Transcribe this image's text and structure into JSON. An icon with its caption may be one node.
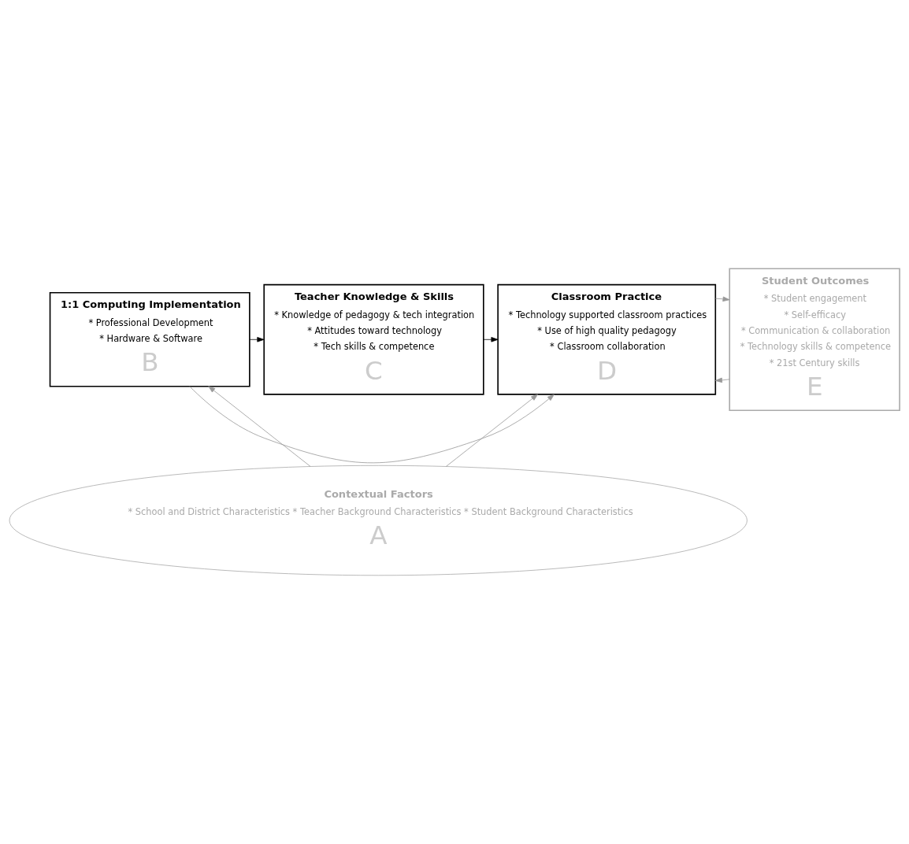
{
  "diagram": {
    "nodes": [
      {
        "text": [
          "1:1 Computing Implementation",
          "* Professional Development",
          "* Hardware & Software",
          "B"
        ]
      },
      {
        "text": [
          "Teacher Knowledge & Skills",
          "* Knowledge of pedagogy & tech integration",
          "* Attitudes toward technology",
          "* Tech skills & competence",
          "C"
        ]
      },
      {
        "text": [
          "Classroom Practice",
          "* Technology supported classroom practices",
          "* Use of high quality pedagogy",
          "* Classroom collaboration",
          "D"
        ]
      },
      {
        "text": [
          "Student Outcomes",
          "* Student engagement",
          "* Self-efficacy",
          "* Communication & collaboration",
          "* Technology skills & competence",
          "* 21st Century skills",
          "E"
        ]
      },
      {
        "text": [
          "Contextual Factors",
          "* School and District Characteristics * Teacher Background Characteristics * Student Background Characteristics",
          "A"
        ]
      }
    ],
    "edges": [
      {
        "from": 0,
        "to": 1,
        "arrow": "to",
        "color": "#000000"
      },
      {
        "from": 1,
        "to": 2,
        "arrow": "to",
        "color": "#000000"
      },
      {
        "from": 2,
        "to": 3,
        "arrow": "to"
      },
      {
        "from": 3,
        "to": 2,
        "arrow": "to"
      },
      {
        "from": 4,
        "to": 0,
        "arrow": "to"
      },
      {
        "from": 4,
        "to": 2,
        "arrow": "to"
      },
      {
        "from": 0,
        "to": 2,
        "arrow": "to"
      }
    ]
  }
}
